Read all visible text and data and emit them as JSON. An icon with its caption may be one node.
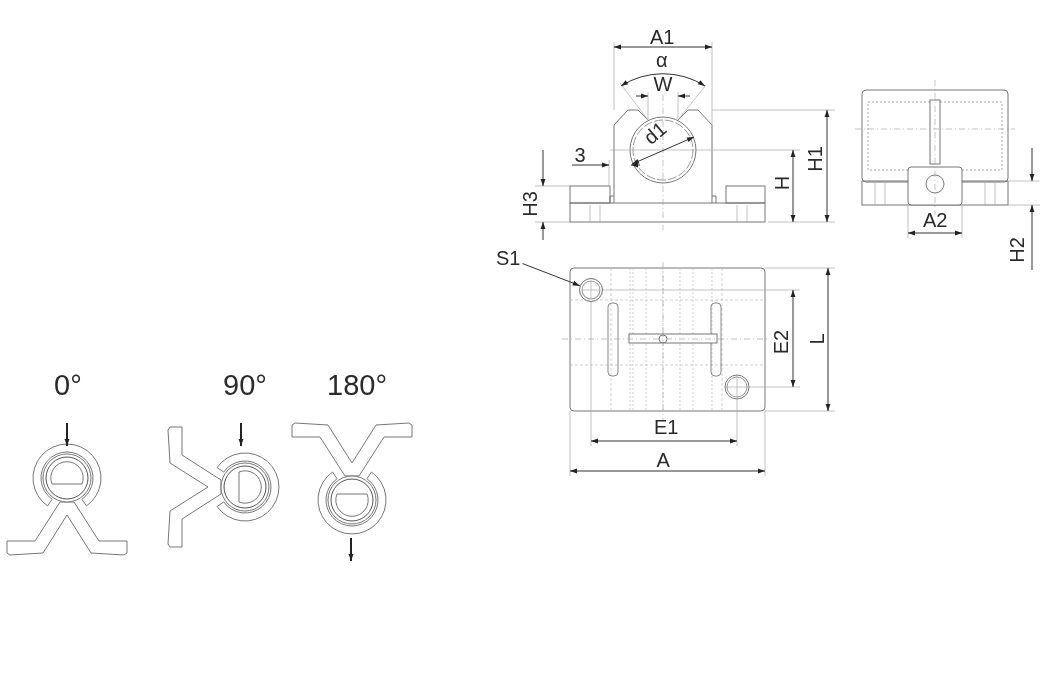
{
  "diagram": {
    "nodes": [
      {
        "text": [
          "S1"
        ]
      },
      {
        "text": [],
        "shape": "circle"
      }
    ],
    "edges": [
      {
        "from": 0,
        "to": 1,
        "arrow": "to"
      }
    ],
    "labels": [
      "A1",
      "α",
      "W",
      "d1",
      "3",
      "H",
      "H1",
      "H3",
      "A2",
      "H2",
      "E2",
      "L",
      "E1",
      "A",
      "0°",
      "90°",
      "180°"
    ]
  }
}
